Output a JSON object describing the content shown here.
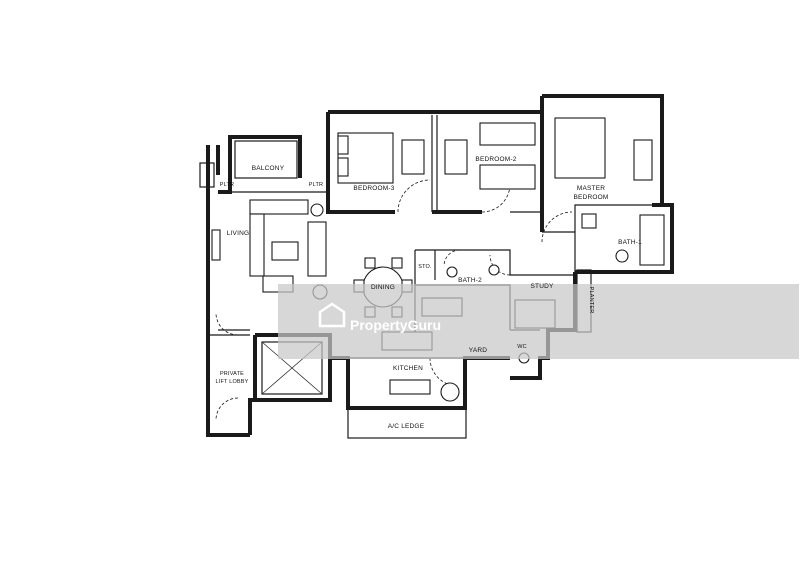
{
  "rooms": {
    "balcony": "BALCONY",
    "pltr_left": "PLTR",
    "pltr_right": "PLTR",
    "bedroom3": "BEDROOM-3",
    "bedroom2": "BEDROOM-2",
    "master_bedroom_1": "MASTER",
    "master_bedroom_2": "BEDROOM",
    "living": "LIVING",
    "dining": "DINING",
    "store": "STO.",
    "bath2": "BATH-2",
    "bath1": "BATH-1",
    "study": "STUDY",
    "planter": "PLANTER",
    "kitchen": "KITCHEN",
    "yard": "YARD",
    "wc": "WC",
    "private_lift_lobby_1": "PRIVATE",
    "private_lift_lobby_2": "LIFT LOBBY",
    "ac_ledge": "A/C LEDGE"
  },
  "watermark": {
    "brand": "PropertyGuru"
  }
}
